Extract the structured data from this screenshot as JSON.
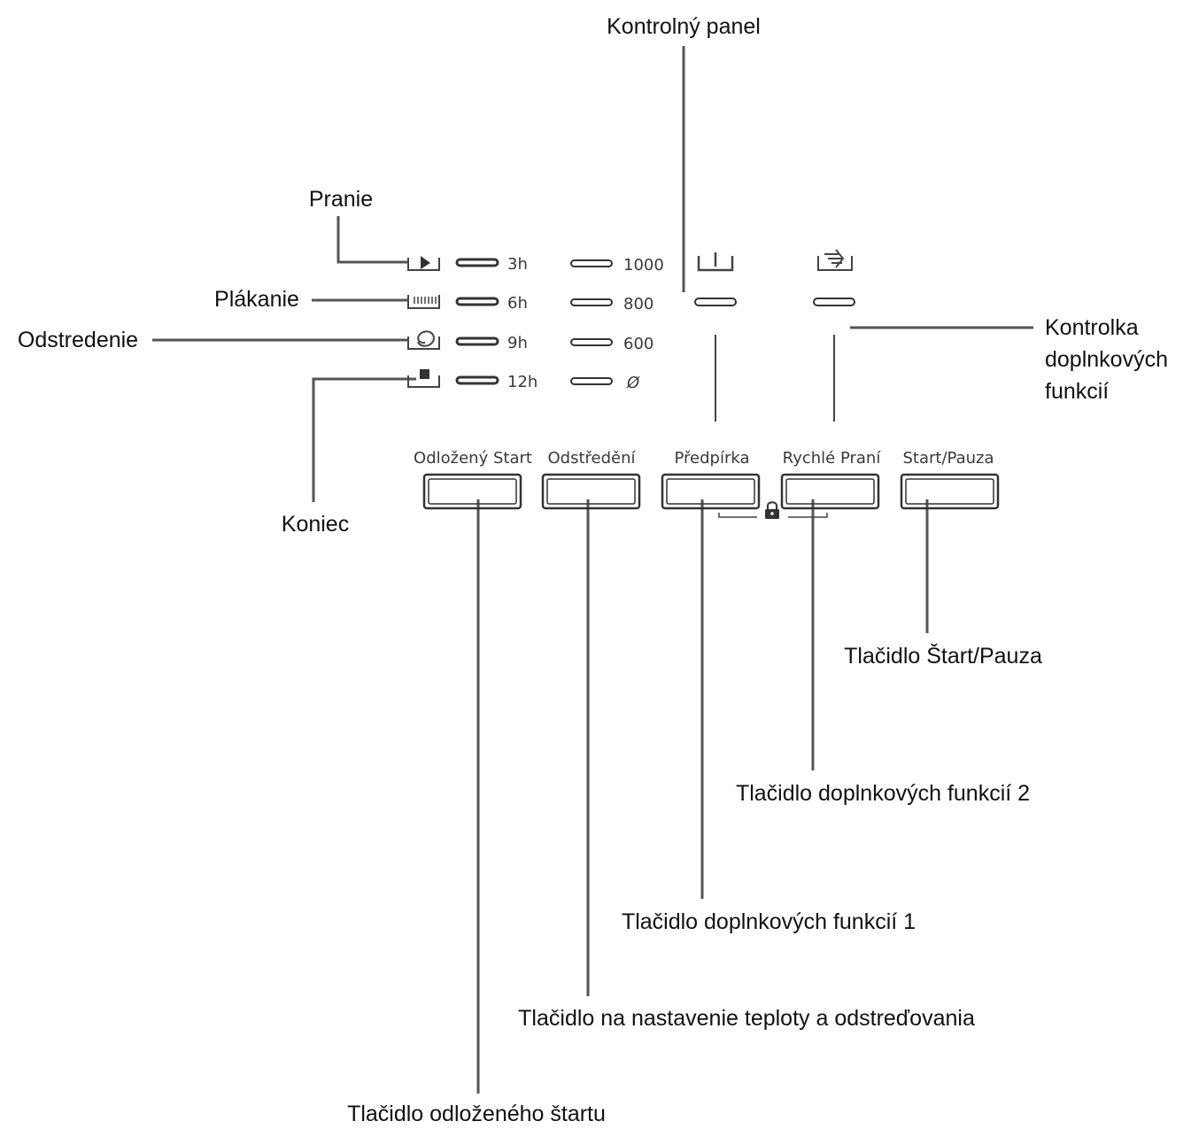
{
  "callouts": {
    "control_panel": "Kontrolný panel",
    "wash": "Pranie",
    "rinse": "Plákanie",
    "spin": "Odstredenie",
    "end": "Koniec",
    "option_indicator_line1": "Kontrolka",
    "option_indicator_line2": "doplnkových",
    "option_indicator_line3": "funkcií",
    "start_pause_button": "Tlačidlo Štart/Pauza",
    "option_button_2": "Tlačidlo doplnkových funkcií 2",
    "option_button_1": "Tlačidlo doplnkových funkcií 1",
    "temp_spin_button": "Tlačidlo na nastavenie teploty a odstreďovania",
    "delay_start_button": "Tlačidlo odloženého štartu"
  },
  "panel": {
    "delay_times": [
      "3h",
      "6h",
      "9h",
      "12h"
    ],
    "spin_speeds": [
      "1000",
      "800",
      "600",
      "Ø"
    ],
    "buttons": [
      "Odložený Start",
      "Odstředění",
      "Předpírka",
      "Rychlé Praní",
      "Start/Pauza"
    ],
    "phase_icons": [
      "wash-phase-icon",
      "rinse-phase-icon",
      "spin-phase-icon",
      "end-phase-icon"
    ],
    "option_icons": [
      "prewash-icon",
      "quick-wash-icon"
    ],
    "lock_icon": "padlock-icon"
  }
}
